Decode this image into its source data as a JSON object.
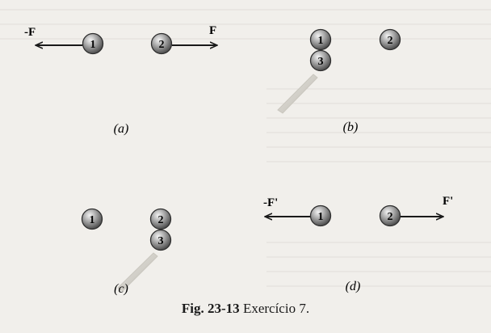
{
  "panels": [
    {
      "label": "(a)",
      "spheres": [
        "1",
        "2"
      ],
      "forces": [
        {
          "label": "-F",
          "on_sphere": "1",
          "direction": "left"
        },
        {
          "label": "F",
          "on_sphere": "2",
          "direction": "right"
        }
      ]
    },
    {
      "label": "(b)",
      "spheres": [
        "1",
        "2",
        "3"
      ],
      "rod_touches": "3",
      "forces": []
    },
    {
      "label": "(c)",
      "spheres": [
        "1",
        "2",
        "3"
      ],
      "rod_touches": "3",
      "forces": []
    },
    {
      "label": "(d)",
      "spheres": [
        "1",
        "2"
      ],
      "forces": [
        {
          "label": "-F'",
          "on_sphere": "1",
          "direction": "left"
        },
        {
          "label": "F'",
          "on_sphere": "2",
          "direction": "right"
        }
      ]
    }
  ],
  "caption": {
    "figure_ref": "Fig. 23-13",
    "text": "Exercício 7."
  },
  "colors": {
    "sphere_fill": "#8c8c8c",
    "sphere_stroke": "#2f2f2f",
    "ink": "#1a1a1a",
    "rod": "#d8d6cf"
  }
}
